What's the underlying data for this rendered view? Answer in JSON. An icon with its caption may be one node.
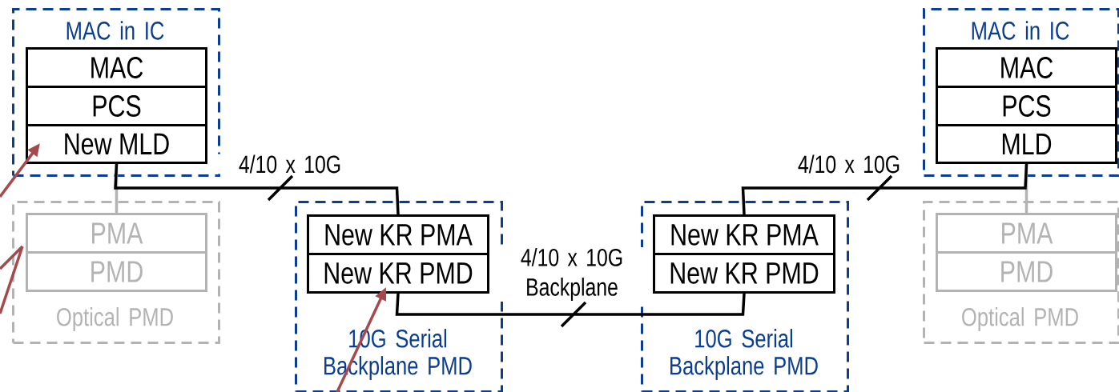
{
  "diagram": {
    "nodes": [
      {
        "text": [
          "MAC in IC"
        ]
      },
      {
        "text": [
          "MAC"
        ],
        "in": 0
      },
      {
        "text": [
          "PCS"
        ],
        "in": 0
      },
      {
        "text": [
          "New MLD"
        ],
        "in": 0
      },
      {
        "text": [
          "Optical PMD"
        ]
      },
      {
        "text": [
          "PMA"
        ],
        "in": 4
      },
      {
        "text": [
          "PMD"
        ],
        "in": 4
      },
      {
        "text": [
          "10G Serial Backplane PMD"
        ]
      },
      {
        "text": [
          "New KR PMA"
        ],
        "in": 7
      },
      {
        "text": [
          "New KR PMD"
        ],
        "in": 7
      },
      {
        "text": [
          "10G Serial Backplane PMD"
        ]
      },
      {
        "text": [
          "New KR PMA"
        ],
        "in": 10
      },
      {
        "text": [
          "New KR PMD"
        ],
        "in": 10
      },
      {
        "text": [
          "MAC in IC"
        ]
      },
      {
        "text": [
          "MAC"
        ],
        "in": 13
      },
      {
        "text": [
          "PCS"
        ],
        "in": 13
      },
      {
        "text": [
          "MLD"
        ],
        "in": 13
      },
      {
        "text": [
          "Optical PMD"
        ]
      },
      {
        "text": [
          "PMA"
        ],
        "in": 17
      },
      {
        "text": [
          "PMD"
        ],
        "in": 17
      }
    ],
    "edges": [
      {
        "from": 3,
        "to": 5,
        "arrow": "none",
        "color": "#b3b3b3"
      },
      {
        "from": 16,
        "to": 18,
        "arrow": "none",
        "color": "#b3b3b3"
      },
      {
        "from": 3,
        "to": 8,
        "arrow": "none",
        "label": "4/10 x 10G"
      },
      {
        "from": 9,
        "to": 12,
        "arrow": "none",
        "label": "4/10 x 10G Backplane"
      },
      {
        "from": 16,
        "to": 11,
        "arrow": "none",
        "label": "4/10 x 10G"
      },
      {
        "from": null,
        "to": 3,
        "arrow": "to",
        "color": "#a5494d"
      },
      {
        "from": null,
        "to": 5,
        "arrow": "none",
        "color": "#a5494d"
      },
      {
        "from": null,
        "to": 9,
        "arrow": "to",
        "color": "#a5494d"
      }
    ]
  }
}
